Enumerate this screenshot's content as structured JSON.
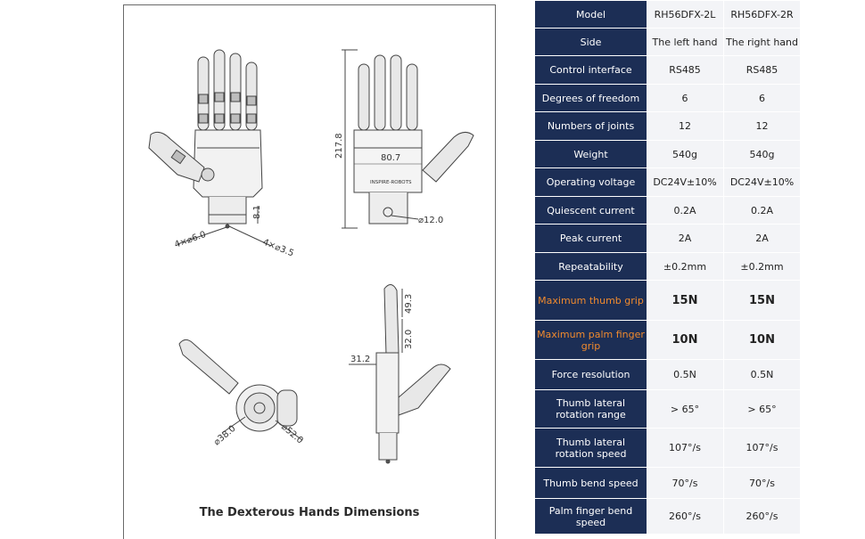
{
  "drawing": {
    "caption": "The Dexterous Hands Dimensions",
    "dimensions": {
      "width_palm": "80.7",
      "height_total": "217.8",
      "mount_depth": "8.1",
      "hole_large": "4×⌀6.0",
      "hole_small": "4×⌀3.5",
      "port_dia": "⌀12.0",
      "finger_len": "49.3",
      "joint_len": "32.0",
      "side_width": "31.2",
      "base_dia_inner": "⌀38.0",
      "base_dia_outer": "⌀52.0"
    },
    "brand_label": "INSPIRE-ROBOTS"
  },
  "table": {
    "header": {
      "label": "Model",
      "left": "RH56DFX-2L",
      "right": "RH56DFX-2R"
    },
    "rows": [
      {
        "label": "Side",
        "left": "The left hand",
        "right": "The right hand"
      },
      {
        "label": "Control interface",
        "left": "RS485",
        "right": "RS485"
      },
      {
        "label": "Degrees of freedom",
        "left": "6",
        "right": "6"
      },
      {
        "label": "Numbers of joints",
        "left": "12",
        "right": "12"
      },
      {
        "label": "Weight",
        "left": "540g",
        "right": "540g"
      },
      {
        "label": "Operating voltage",
        "left": "DC24V±10%",
        "right": "DC24V±10%"
      },
      {
        "label": "Quiescent current",
        "left": "0.2A",
        "right": "0.2A"
      },
      {
        "label": "Peak current",
        "left": "2A",
        "right": "2A"
      },
      {
        "label": "Repeatability",
        "left": "±0.2mm",
        "right": "±0.2mm"
      },
      {
        "label": "Maximum thumb grip",
        "left": "15N",
        "right": "15N"
      },
      {
        "label": "Maximum palm finger grip",
        "left": "10N",
        "right": "10N"
      },
      {
        "label": "Force resolution",
        "left": "0.5N",
        "right": "0.5N"
      },
      {
        "label": "Thumb lateral rotation range",
        "left": "> 65°",
        "right": "> 65°"
      },
      {
        "label": "Thumb lateral rotation speed",
        "left": "107°/s",
        "right": "107°/s"
      },
      {
        "label": "Thumb bend speed",
        "left": "70°/s",
        "right": "70°/s"
      },
      {
        "label": "Palm finger bend speed",
        "left": "260°/s",
        "right": "260°/s"
      }
    ]
  }
}
